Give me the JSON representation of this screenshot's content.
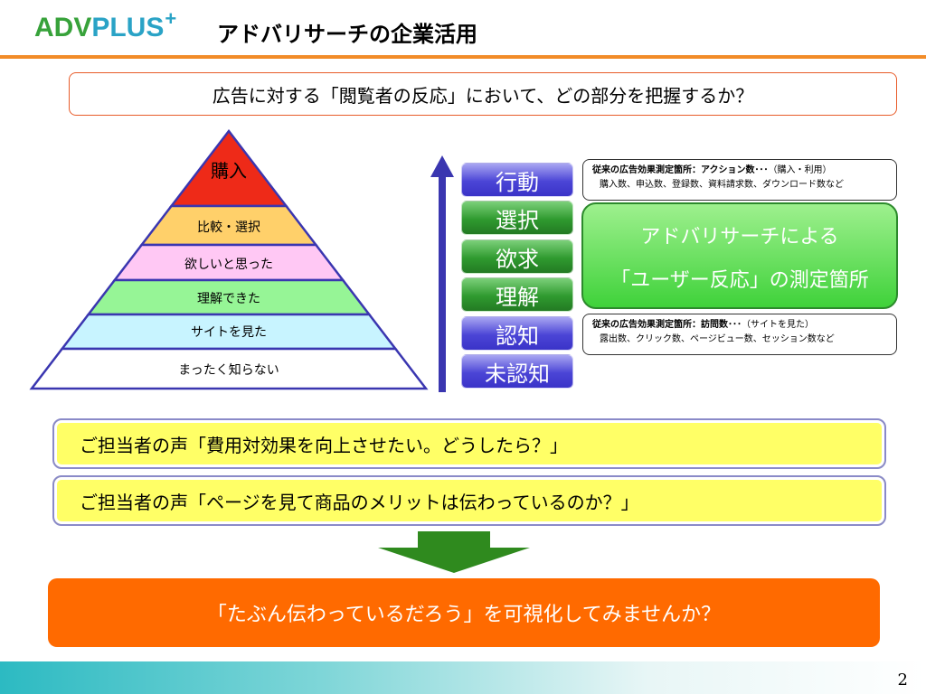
{
  "header": {
    "logo_main": "ADV",
    "logo_plus": "PLUS",
    "logo_sup": "+",
    "title": "アドバリサーチの企業活用"
  },
  "question": "広告に対する「閲覧者の反応」において、どの部分を把握するか？",
  "pyramid": {
    "levels": [
      {
        "label": "購入",
        "color": "#ee2a18"
      },
      {
        "label": "比較・選択",
        "color": "#ffd06a"
      },
      {
        "label": "欲しいと思った",
        "color": "#ffc8f4"
      },
      {
        "label": "理解できた",
        "color": "#96f596"
      },
      {
        "label": "サイトを見た",
        "color": "#c8f4ff"
      },
      {
        "label": "まったく知らない",
        "color": "#ffffff"
      }
    ],
    "outline_color": "#3a36b0"
  },
  "stages": [
    {
      "label": "行動",
      "style": "blue"
    },
    {
      "label": "選択",
      "style": "green"
    },
    {
      "label": "欲求",
      "style": "green"
    },
    {
      "label": "理解",
      "style": "green"
    },
    {
      "label": "認知",
      "style": "blue"
    },
    {
      "label": "未認知",
      "style": "blue"
    }
  ],
  "info_top": {
    "head_bold": "従来の広告効果測定箇所：アクション数･･･",
    "head_rest": "（購入・利用）",
    "sub": "購入数、申込数、登録数、資料請求数、ダウンロード数など"
  },
  "green_box": {
    "line1": "アドバリサーチによる",
    "line2": "「ユーザー反応」の測定箇所"
  },
  "info_bottom": {
    "head_bold": "従来の広告効果測定箇所：訪問数･･･",
    "head_rest": "（サイトを見た）",
    "sub": "露出数、クリック数、ページビュー数、セッション数など"
  },
  "voices": [
    "ご担当者の声「費用対効果を向上させたい。どうしたら？」",
    "ご担当者の声「ページを見て商品のメリットは伝わっているのか？」"
  ],
  "conclusion": "「たぶん伝わっているだろう」を可視化してみませんか？",
  "page_number": "2",
  "colors": {
    "accent_orange": "#f28c28",
    "arrow_blue": "#3a36b0",
    "arrow_green": "#2f8a1e"
  }
}
